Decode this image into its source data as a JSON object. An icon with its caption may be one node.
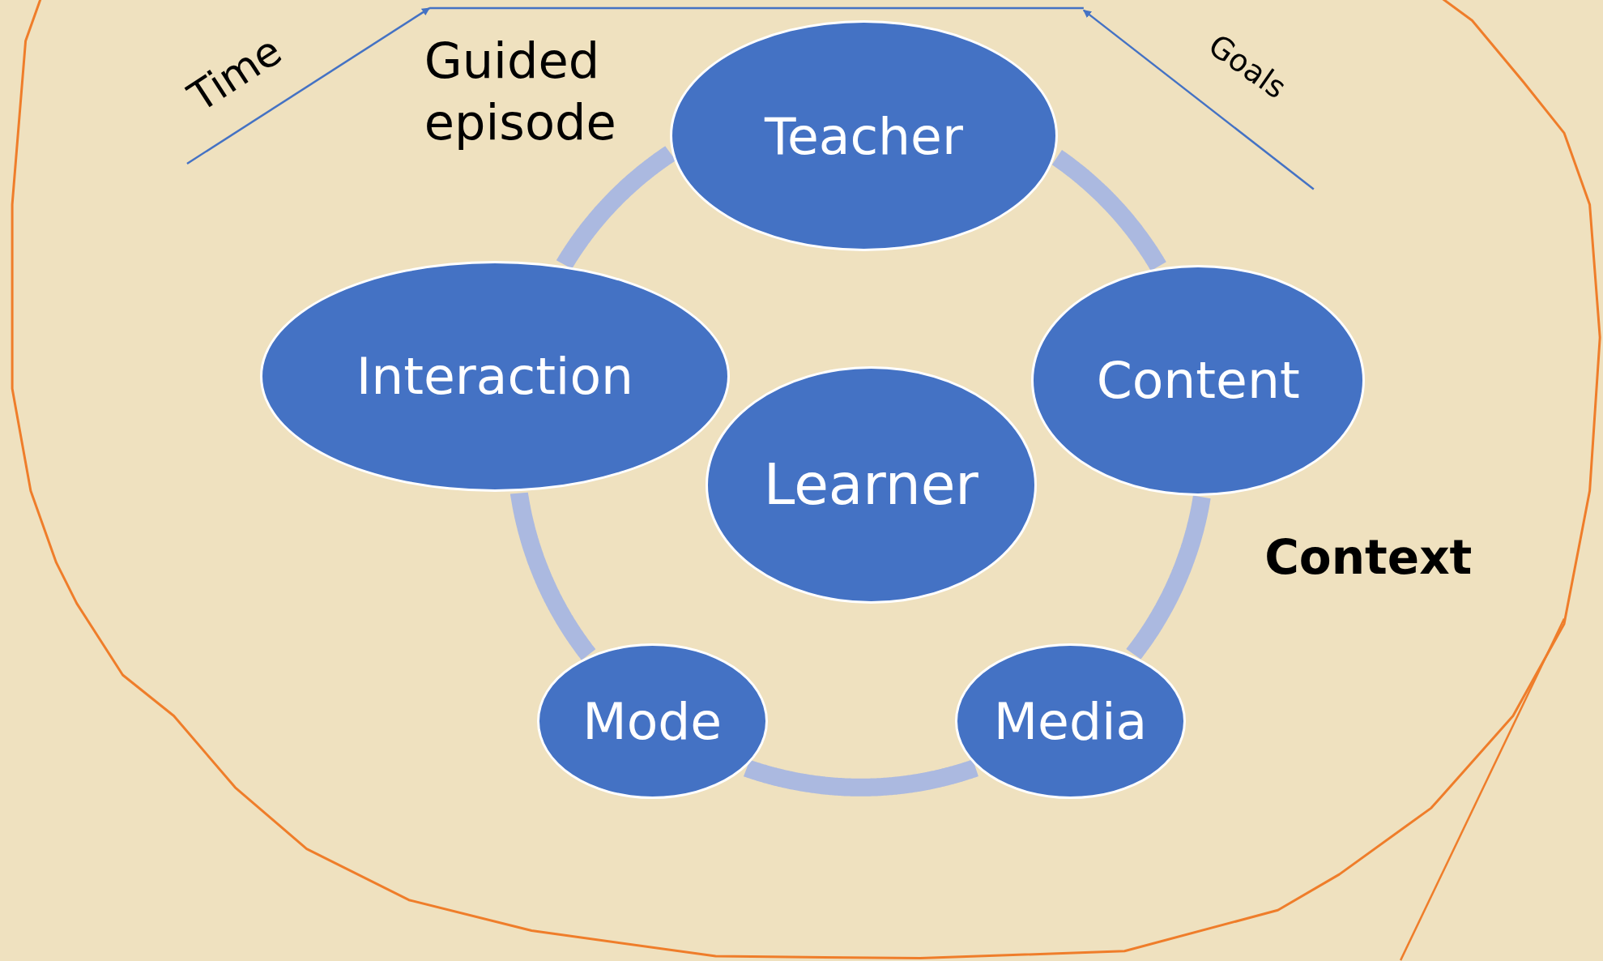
{
  "diagram": {
    "nodes": [
      {
        "text": [
          "Context"
        ]
      },
      {
        "text": [
          "Teacher"
        ],
        "in": 0
      },
      {
        "text": [
          "Interaction"
        ],
        "in": 0
      },
      {
        "text": [
          "Content"
        ],
        "in": 0
      },
      {
        "text": [
          "Learner"
        ],
        "in": 0
      },
      {
        "text": [
          "Mode"
        ],
        "in": 0
      },
      {
        "text": [
          "Media"
        ],
        "in": 0
      }
    ],
    "edges": [
      {
        "from": 1,
        "to": 3,
        "arrow": "none"
      },
      {
        "from": 3,
        "to": 6,
        "arrow": "none"
      },
      {
        "from": 6,
        "to": 5,
        "arrow": "none"
      },
      {
        "from": 5,
        "to": 2,
        "arrow": "none"
      },
      {
        "from": 2,
        "to": 1,
        "arrow": "none"
      }
    ],
    "labels": [
      "Time",
      "Guided episode",
      "Goals"
    ]
  }
}
